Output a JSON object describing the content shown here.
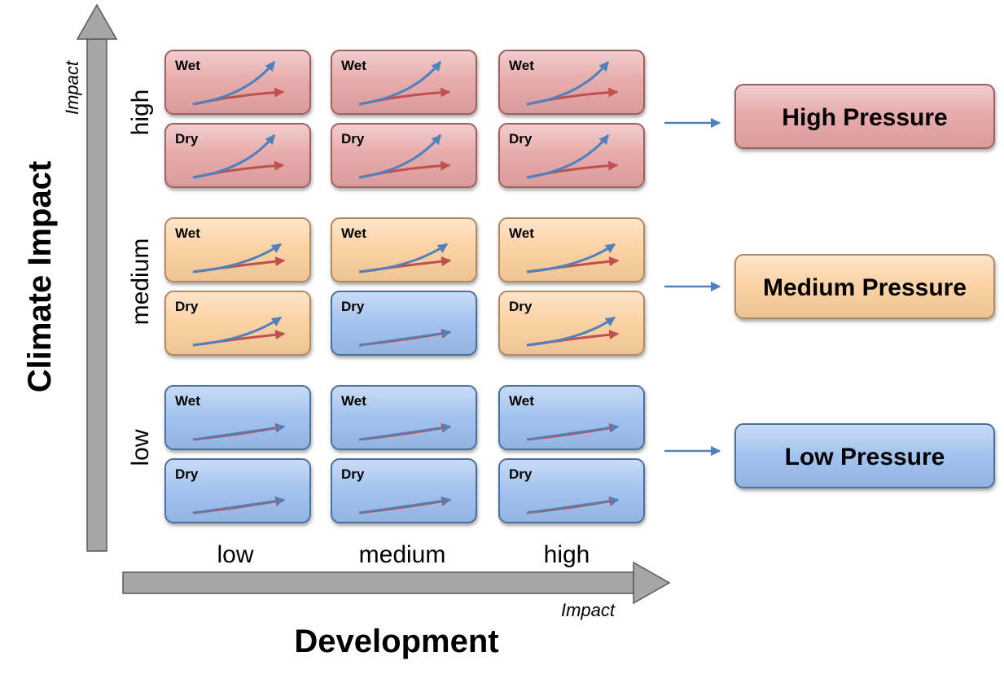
{
  "y_axis": {
    "title": "Climate Impact",
    "subtitle": "Impact",
    "levels": [
      "low",
      "medium",
      "high"
    ]
  },
  "x_axis": {
    "title": "Development",
    "subtitle": "Impact",
    "levels": [
      "low",
      "medium",
      "high"
    ]
  },
  "scenario_labels": {
    "wet": "Wet",
    "dry": "Dry"
  },
  "colors": {
    "high": "#e6a5a5",
    "medium": "#fccf9e",
    "low": "#9dbfee",
    "red_arrow": "#c0504d",
    "blue_arrow": "#4f81bd",
    "axis_gray": "#a6a6a6"
  },
  "grid": [
    {
      "climate": "high",
      "cells": [
        {
          "development": "low",
          "wet": "high",
          "dry": "high"
        },
        {
          "development": "medium",
          "wet": "high",
          "dry": "high"
        },
        {
          "development": "high",
          "wet": "high",
          "dry": "high"
        }
      ]
    },
    {
      "climate": "medium",
      "cells": [
        {
          "development": "low",
          "wet": "medium",
          "dry": "medium"
        },
        {
          "development": "medium",
          "wet": "medium",
          "dry": "low"
        },
        {
          "development": "high",
          "wet": "medium",
          "dry": "medium"
        }
      ]
    },
    {
      "climate": "low",
      "cells": [
        {
          "development": "low",
          "wet": "low",
          "dry": "low"
        },
        {
          "development": "medium",
          "wet": "low",
          "dry": "low"
        },
        {
          "development": "high",
          "wet": "low",
          "dry": "low"
        }
      ]
    }
  ],
  "pressure_boxes": [
    {
      "level": "high",
      "label": "High Pressure"
    },
    {
      "level": "medium",
      "label": "Medium Pressure"
    },
    {
      "level": "low",
      "label": "Low Pressure"
    }
  ]
}
